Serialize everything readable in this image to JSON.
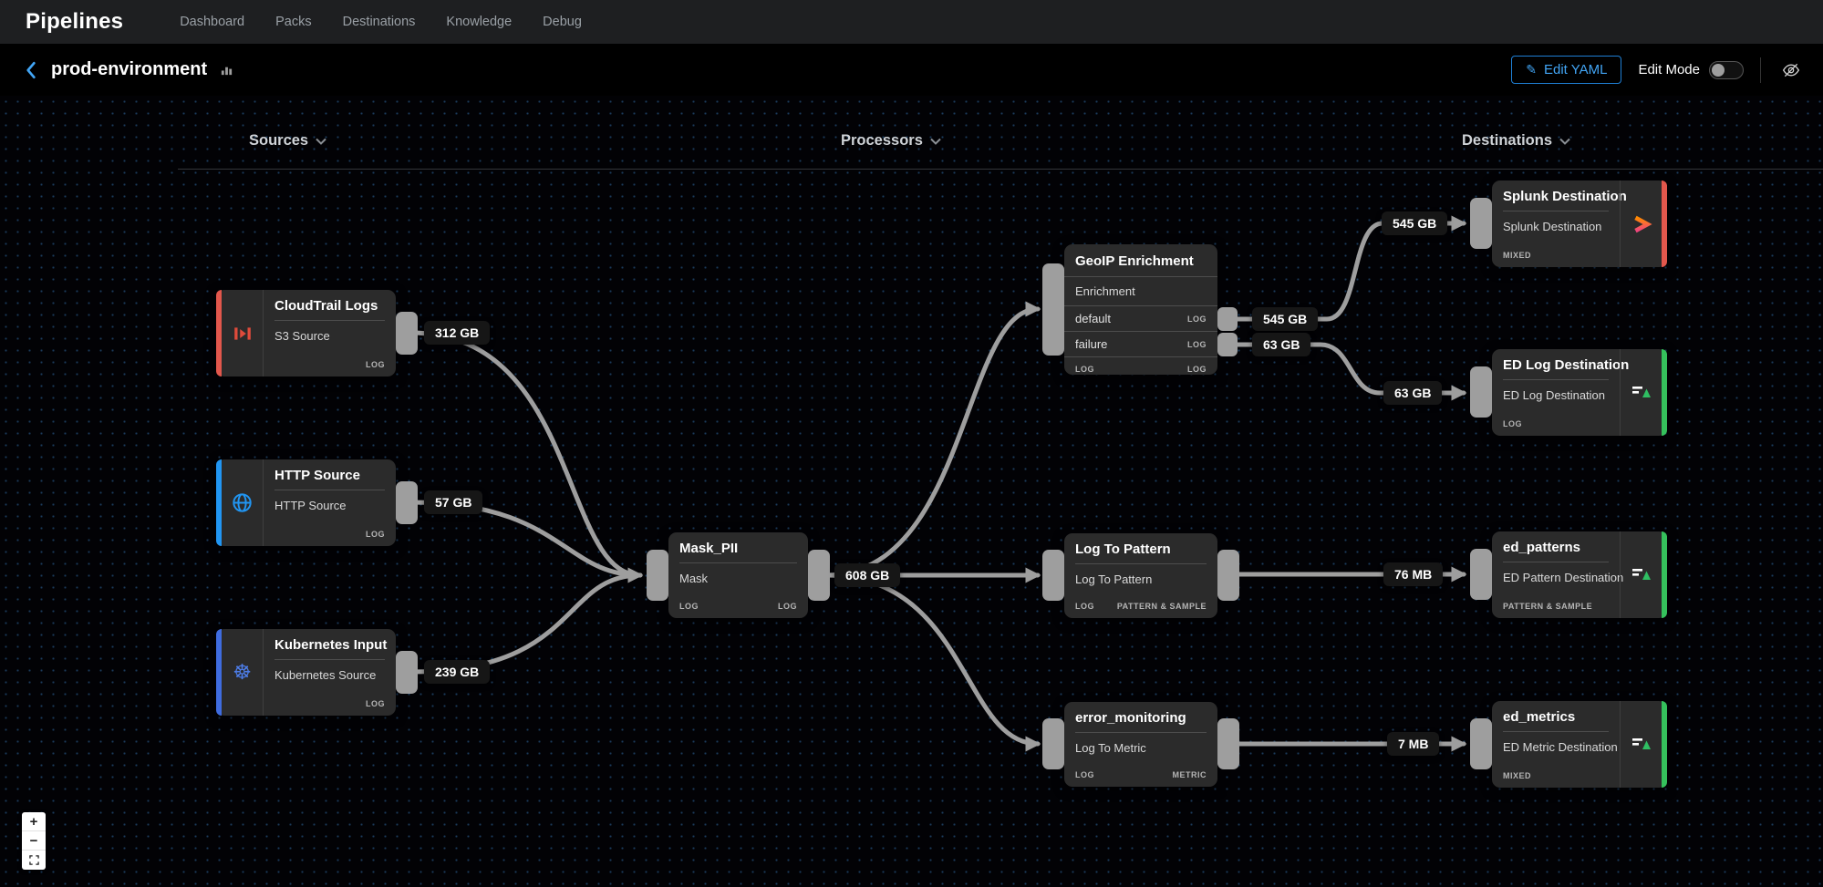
{
  "nav": {
    "brand": "Pipelines",
    "items": [
      {
        "label": "Dashboard"
      },
      {
        "label": "Packs"
      },
      {
        "label": "Destinations"
      },
      {
        "label": "Knowledge"
      },
      {
        "label": "Debug"
      }
    ]
  },
  "toolbar": {
    "title": "prod-environment",
    "edit_yaml": "Edit YAML",
    "edit_mode": "Edit Mode",
    "edit_mode_state": "off"
  },
  "canvas": {
    "columns": [
      {
        "label": "Sources"
      },
      {
        "label": "Processors"
      },
      {
        "label": "Destinations"
      }
    ],
    "sources": [
      {
        "title": "CloudTrail Logs",
        "subtitle": "S3 Source",
        "out_tag": "LOG",
        "volume": "312 GB",
        "accent": "#e2574c",
        "icon": "cloudtrail-icon"
      },
      {
        "title": "HTTP Source",
        "subtitle": "HTTP Source",
        "out_tag": "LOG",
        "volume": "57 GB",
        "accent": "#2196f3",
        "icon": "globe-icon"
      },
      {
        "title": "Kubernetes Input",
        "subtitle": "Kubernetes Source",
        "out_tag": "LOG",
        "volume": "239 GB",
        "accent": "#3f6ce0",
        "icon": "kubernetes-icon"
      }
    ],
    "processors": [
      {
        "title": "Mask_PII",
        "subtitle": "Mask",
        "in_tag": "LOG",
        "out_tag": "LOG",
        "volume_out": "608 GB"
      },
      {
        "title": "GeoIP Enrichment",
        "subtitle": "Enrichment",
        "in_tag": "LOG",
        "out_tag": "LOG",
        "rows": [
          {
            "name": "default",
            "tag": "LOG",
            "volume": "545 GB"
          },
          {
            "name": "failure",
            "tag": "LOG",
            "volume": "63 GB"
          }
        ]
      },
      {
        "title": "Log To Pattern",
        "subtitle": "Log To Pattern",
        "in_tag": "LOG",
        "out_tag": "PATTERN & SAMPLE",
        "volume_out": "76 MB"
      },
      {
        "title": "error_monitoring",
        "subtitle": "Log To Metric",
        "in_tag": "LOG",
        "out_tag": "METRIC",
        "volume_out": "7 MB"
      }
    ],
    "destinations": [
      {
        "title": "Splunk Destination",
        "subtitle": "Splunk Destination",
        "in_tag": "MIXED",
        "volume_in": "545 GB",
        "accent": "#e2574c",
        "icon": "splunk-icon"
      },
      {
        "title": "ED Log Destination",
        "subtitle": "ED Log Destination",
        "in_tag": "LOG",
        "volume_in": "63 GB",
        "accent": "#35c15c",
        "icon": "edgedelta-icon"
      },
      {
        "title": "ed_patterns",
        "subtitle": "ED Pattern Destination",
        "in_tag": "PATTERN & SAMPLE",
        "volume_in": "76 MB",
        "accent": "#35c15c",
        "icon": "edgedelta-icon"
      },
      {
        "title": "ed_metrics",
        "subtitle": "ED Metric Destination",
        "in_tag": "MIXED",
        "volume_in": "7 MB",
        "accent": "#35c15c",
        "icon": "edgedelta-icon"
      }
    ],
    "zoom_controls": {
      "zoom_in": "+",
      "zoom_out": "−"
    }
  },
  "colors": {
    "accent_blue": "#42a5f5",
    "edge_gray": "#9e9e9e",
    "node_bg": "#2b2b2b",
    "badge_bg": "#161616",
    "red_accent": "#e2574c",
    "http_blue": "#2196f3",
    "k8s_blue": "#3f6ce0",
    "green_accent": "#35c15c"
  }
}
